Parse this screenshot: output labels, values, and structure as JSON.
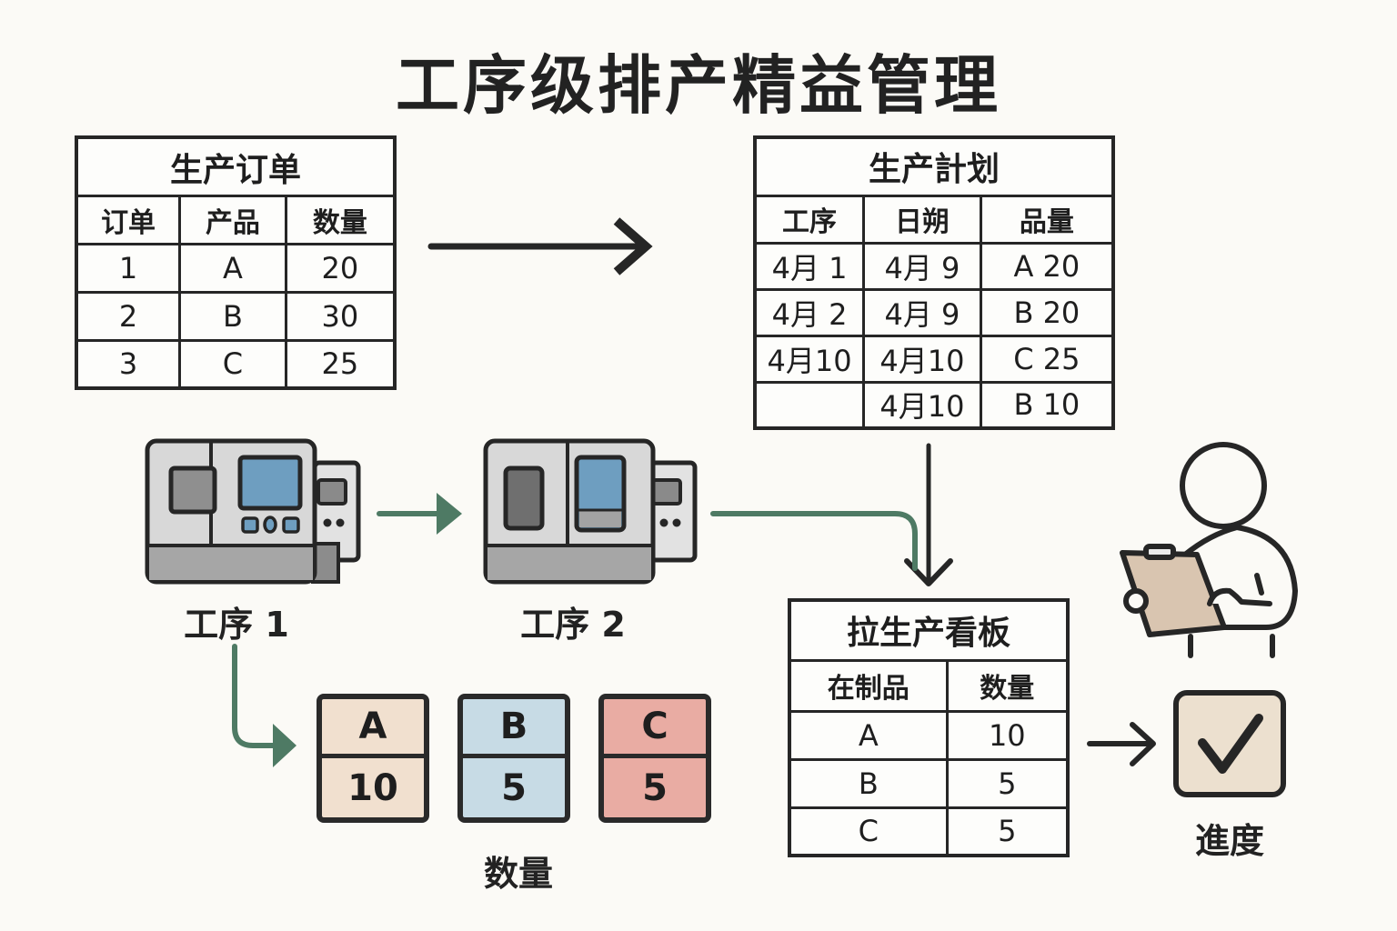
{
  "title": "工序级排产精益管理",
  "colors": {
    "background": "#fbfaf6",
    "stroke": "#262626",
    "green_arrow": "#4e7a64",
    "machine_screen": "#6e9ec0",
    "machine_body": "#d8d8d8",
    "kanban_a": "#f1e0cf",
    "kanban_b": "#c7dbe5",
    "kanban_c": "#e9aca3",
    "clipboard": "#d9c5b0",
    "check_box": "#ece0cf"
  },
  "orders_table": {
    "caption": "生产订单",
    "headers": [
      "订单",
      "产品",
      "数量"
    ],
    "rows": [
      [
        "1",
        "A",
        "20"
      ],
      [
        "2",
        "B",
        "30"
      ],
      [
        "3",
        "C",
        "25"
      ]
    ]
  },
  "plan_table": {
    "caption": "生产計划",
    "headers": [
      "工序",
      "日朔",
      "品量"
    ],
    "rows": [
      [
        "4月 1",
        "4月 9",
        "A 20"
      ],
      [
        "4月 2",
        "4月 9",
        "B 20"
      ],
      [
        "4月10",
        "4月10",
        "C 25"
      ],
      [
        "",
        "4月10",
        "B 10"
      ]
    ]
  },
  "processes": [
    {
      "label": "工序 1",
      "icon": "machine-icon"
    },
    {
      "label": "工序 2",
      "icon": "machine-icon"
    }
  ],
  "kanban_cards": [
    {
      "product": "A",
      "quantity": "10"
    },
    {
      "product": "B",
      "quantity": "5"
    },
    {
      "product": "C",
      "quantity": "5"
    }
  ],
  "kanban_cards_label": "数量",
  "pull_board": {
    "caption": "拉生产看板",
    "headers": [
      "在制品",
      "数量"
    ],
    "rows": [
      [
        "A",
        "10"
      ],
      [
        "B",
        "5"
      ],
      [
        "C",
        "5"
      ]
    ]
  },
  "progress": {
    "label": "進度",
    "icon": "check-icon",
    "person_icon": "person-with-clipboard-icon"
  }
}
